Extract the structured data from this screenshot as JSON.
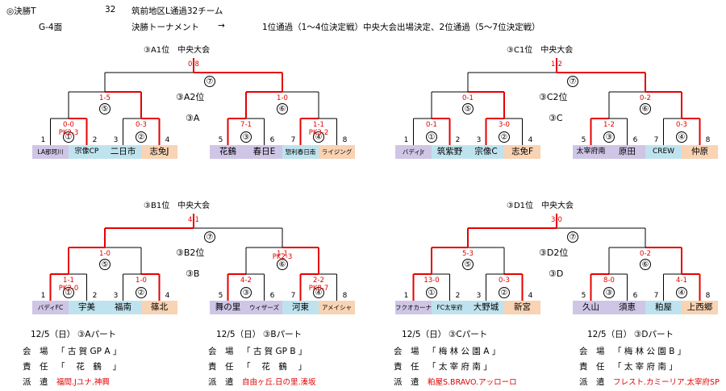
{
  "header": {
    "line1_title": "◎決勝T",
    "line1_count": "32",
    "line1_desc": "筑前地区L通過32チーム",
    "line2_venue": "G-4面",
    "line2_format": "決勝トーナメント",
    "line2_arrow": "→",
    "line2_note": "1位通過（1～4位決定戦）中央大会出場決定、2位通過（5～7位決定戦）"
  },
  "groups": [
    {
      "id": "A",
      "first_label": "③A1位　中央大会",
      "second_label": "③A2位",
      "group_label": "③A",
      "final_no": "⑦",
      "final_score": "0-8",
      "semis": [
        {
          "no": "⑤",
          "score": "1-5"
        },
        {
          "no": "⑥",
          "score": "1-0"
        }
      ],
      "qf": [
        {
          "no": "①",
          "score": "0-0",
          "pk": "PK2-3"
        },
        {
          "no": "②",
          "score": "0-3",
          "pk": ""
        },
        {
          "no": "③",
          "score": "7-1",
          "pk": ""
        },
        {
          "no": "④",
          "score": "1-1",
          "pk": "PK3-2"
        }
      ],
      "teams": [
        "LA那珂川",
        "宗像CP",
        "二日市",
        "志免J",
        "花鶴",
        "春日E",
        "惣利春日南",
        "ライジング"
      ],
      "seeds": [
        "1",
        "2",
        "3",
        "4",
        "5",
        "6",
        "7",
        "8"
      ]
    },
    {
      "id": "C",
      "first_label": "③C1位　中央大会",
      "second_label": "③C2位",
      "group_label": "③C",
      "final_no": "⑦",
      "final_score": "1-2",
      "semis": [
        {
          "no": "⑤",
          "score": "0-1"
        },
        {
          "no": "⑥",
          "score": "0-2"
        }
      ],
      "qf": [
        {
          "no": "①",
          "score": "0-1",
          "pk": ""
        },
        {
          "no": "②",
          "score": "3-0",
          "pk": ""
        },
        {
          "no": "③",
          "score": "1-2",
          "pk": ""
        },
        {
          "no": "④",
          "score": "0-3",
          "pk": ""
        }
      ],
      "teams": [
        "バディJr",
        "筑紫野",
        "宗像C",
        "志免F",
        "太宰府南",
        "原田",
        "CREW",
        "仲原"
      ],
      "seeds": [
        "1",
        "2",
        "3",
        "4",
        "5",
        "6",
        "7",
        "8"
      ]
    },
    {
      "id": "B",
      "first_label": "③B1位　中央大会",
      "second_label": "③B2位",
      "group_label": "③B",
      "final_no": "⑦",
      "final_score": "4-1",
      "semis": [
        {
          "no": "⑤",
          "score": "1-0"
        },
        {
          "no": "⑥",
          "score": "1-1",
          "pk": "PK2-3"
        }
      ],
      "qf": [
        {
          "no": "①",
          "score": "1-1",
          "pk": "PK2-0"
        },
        {
          "no": "②",
          "score": "1-0",
          "pk": ""
        },
        {
          "no": "③",
          "score": "4-2",
          "pk": ""
        },
        {
          "no": "④",
          "score": "2-2",
          "pk": "PK8-7"
        }
      ],
      "teams": [
        "バディFC",
        "宇美",
        "福南",
        "篠北",
        "舞の里",
        "ウィザーズ",
        "河東",
        "アメイシャ"
      ],
      "seeds": [
        "1",
        "2",
        "3",
        "4",
        "5",
        "6",
        "7",
        "8"
      ]
    },
    {
      "id": "D",
      "first_label": "③D1位　中央大会",
      "second_label": "③D2位",
      "group_label": "③D",
      "final_no": "⑦",
      "final_score": "3-0",
      "semis": [
        {
          "no": "⑤",
          "score": "5-3"
        },
        {
          "no": "⑥",
          "score": "0-2"
        }
      ],
      "qf": [
        {
          "no": "①",
          "score": "13-0",
          "pk": ""
        },
        {
          "no": "②",
          "score": "0-3",
          "pk": ""
        },
        {
          "no": "③",
          "score": "8-0",
          "pk": ""
        },
        {
          "no": "④",
          "score": "4-1",
          "pk": ""
        }
      ],
      "teams": [
        "フクオカーナ",
        "FC太宰府",
        "大野城",
        "新宮",
        "久山",
        "須恵",
        "粕屋",
        "上西郷"
      ],
      "seeds": [
        "1",
        "2",
        "3",
        "4",
        "5",
        "6",
        "7",
        "8"
      ]
    }
  ],
  "parts": [
    {
      "date": "12/5（日）",
      "part": "③Aパート",
      "venue_label": "会　場",
      "venue": "「 古 賀 GP A 」",
      "resp_label": "責　任",
      "resp": "「 　花　鶴　 」",
      "dispatch_label": "派　遣",
      "dispatch": "福間.Jユナ.神興"
    },
    {
      "date": "12/5（日）",
      "part": "③Bパート",
      "venue_label": "会　場",
      "venue": "「 古 賀 GP B 」",
      "resp_label": "責　任",
      "resp": "「 　花　鶴　 」",
      "dispatch_label": "派　遣",
      "dispatch": "自由ヶ丘.日の里.湊坂"
    },
    {
      "date": "12/5（日）",
      "part": "③Cパート",
      "venue_label": "会　場",
      "venue": "「 梅 林 公 園 A 」",
      "resp_label": "責　任",
      "resp": "「 太 宰 府 南 」",
      "dispatch_label": "派　遣",
      "dispatch": "粕屋S.BRAVO.アッローロ"
    },
    {
      "date": "12/5（日）",
      "part": "③Dパート",
      "venue_label": "会　場",
      "venue": "「 梅 林 公 園 B 」",
      "resp_label": "責　任",
      "resp": "「 太 宰 府 南 」",
      "dispatch_label": "派　遣",
      "dispatch": "フレスト.カミーリア.太宰府SP"
    }
  ],
  "colors": {
    "win_line": "#e60000",
    "line": "#000000",
    "team_purple": "#cfc6e6",
    "team_blue": "#bfe3ee",
    "team_orange": "#f8d3b4",
    "red_text": "#e00000"
  }
}
